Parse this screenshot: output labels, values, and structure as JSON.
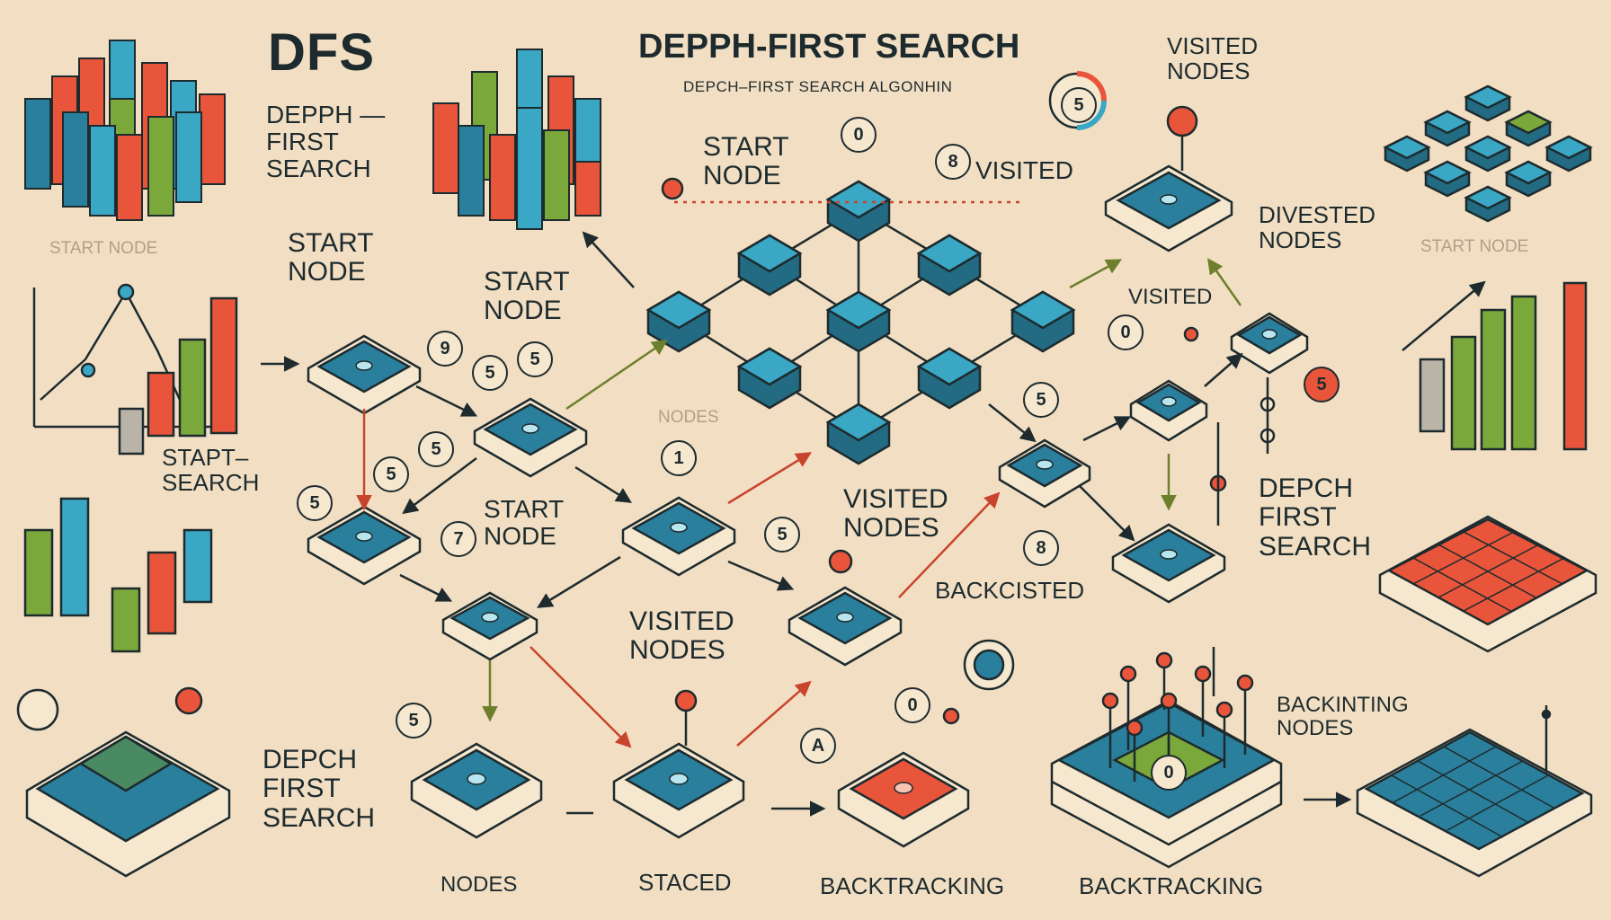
{
  "header": {
    "logo": "DFS",
    "logo_subtitle": "DEPPH —\nFIRST\nSEARCH",
    "title": "DEPPH-FIRST SEARCH",
    "subtitle": "DEPCH–FIRST SEARCH ALGONHIN"
  },
  "labels": {
    "start_node_faint_left": "START NODE",
    "start_node_faint_right": "START NODE",
    "start_node_1": "START\nNODE",
    "start_node_2": "START\nNODE",
    "start_node_3": "START\nNODE",
    "start_node_4": "START\nNODE",
    "stapt_search": "STAPT–\nSEARCH",
    "visited_top": "VISITED",
    "visited_nodes_top": "VISITED\nNODES",
    "divested_nodes": "DIVESTED\nNODES",
    "visited_right": "VISITED",
    "visited_nodes_mid": "VISITED\nNODES",
    "visited_nodes_lower": "VISITED\nNODES",
    "backcisted": "BACKCISTED",
    "depch_first_search_right": "DEPCH\nFIRST\nSEARCH",
    "depch_first_search_left": "DEPCH\nFIRST\nSEARCH",
    "backinting_nodes": "BACKINTING\nNODES",
    "nodes_faint": "NODES",
    "bottom_nodes": "NODES",
    "bottom_staced": "STACED",
    "bottom_backtracking_1": "BACKTRACKING",
    "bottom_backtracking_2": "BACKTRACKING"
  },
  "badges": [
    "9",
    "5",
    "5",
    "5",
    "5",
    "5",
    "7",
    "1",
    "5",
    "8",
    "0",
    "5",
    "8",
    "5",
    "0",
    "5",
    "A",
    "0",
    "5",
    "0"
  ],
  "colors": {
    "background": "#f2dfc3",
    "teal": "#2a7f9c",
    "teal_light": "#3aa7c4",
    "red": "#e9553a",
    "green": "#7ba83a",
    "outline": "#1e2b2e",
    "paper": "#f6e7cf"
  }
}
